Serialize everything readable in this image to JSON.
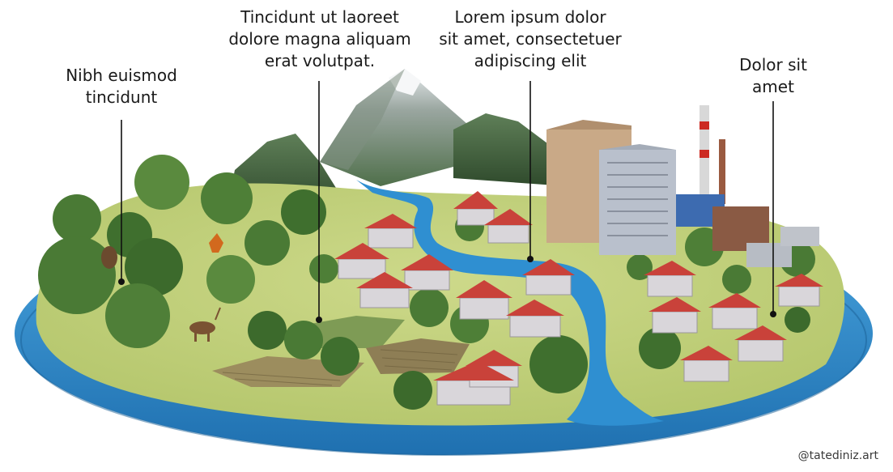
{
  "labels": {
    "forest": {
      "lines": [
        "Nibh euismod",
        "tincidunt"
      ]
    },
    "farm": {
      "lines": [
        "Tincidunt ut laoreet",
        "dolore magna aliquam",
        "erat volutpat."
      ]
    },
    "river": {
      "lines": [
        "Lorem ipsum dolor",
        "sit amet, consectetuer",
        "adipiscing elit"
      ]
    },
    "city": {
      "lines": [
        "Dolor sit",
        "amet"
      ]
    }
  },
  "credit": "@tatediniz.art",
  "colors": {
    "water": "#2f8fd1",
    "water_dark": "#1c6aa6",
    "grass": "#c2d27a",
    "roof": "#c9423a",
    "wall": "#d9d6da",
    "leader": "#111111"
  }
}
